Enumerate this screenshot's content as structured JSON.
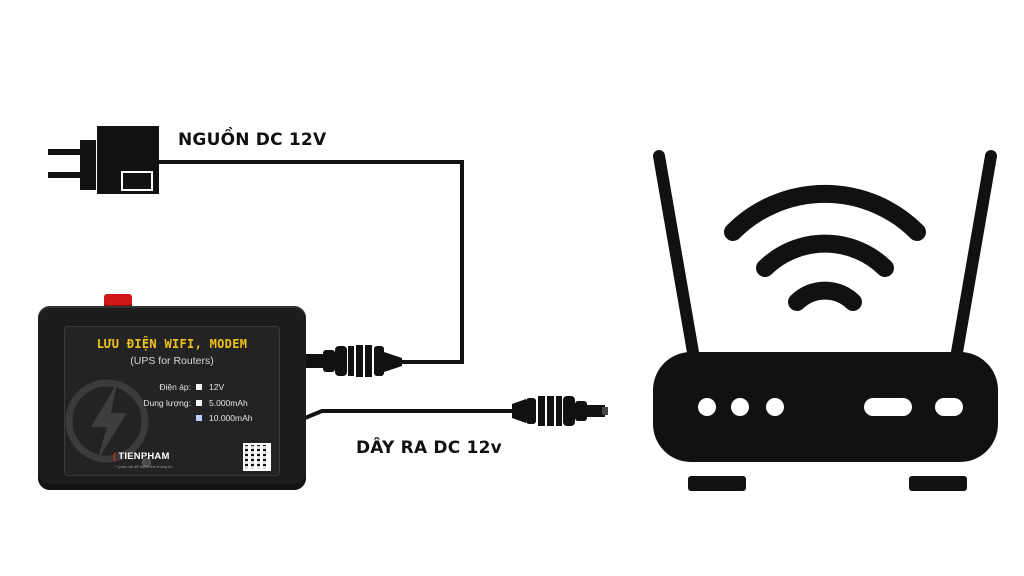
{
  "labels": {
    "power_input": "NGUỒN DC 12V",
    "output_cable": "DÂY RA DC 12v"
  },
  "ups_device": {
    "title": "LƯU ĐIỆN WIFI, MODEM",
    "subtitle": "(UPS for Routers)",
    "specs": [
      {
        "key": "Điện áp:",
        "value": "12V",
        "checked": false
      },
      {
        "key": "Dung lượng:",
        "value": "5.000mAh",
        "checked": false
      },
      {
        "key": "",
        "value": "10.000mAh",
        "checked": true
      }
    ],
    "brand": "TIENPHAM",
    "brand_mark": "(",
    "tagline": "* Quét mã để biết thêm thông tin",
    "switch_color": "#d11717",
    "label_title_color": "#f2c21b"
  },
  "icons": [
    "power-adapter-icon",
    "router-icon",
    "wifi-signal-icon",
    "dc-plug-icon",
    "bolt-icon",
    "qr-code-icon"
  ]
}
